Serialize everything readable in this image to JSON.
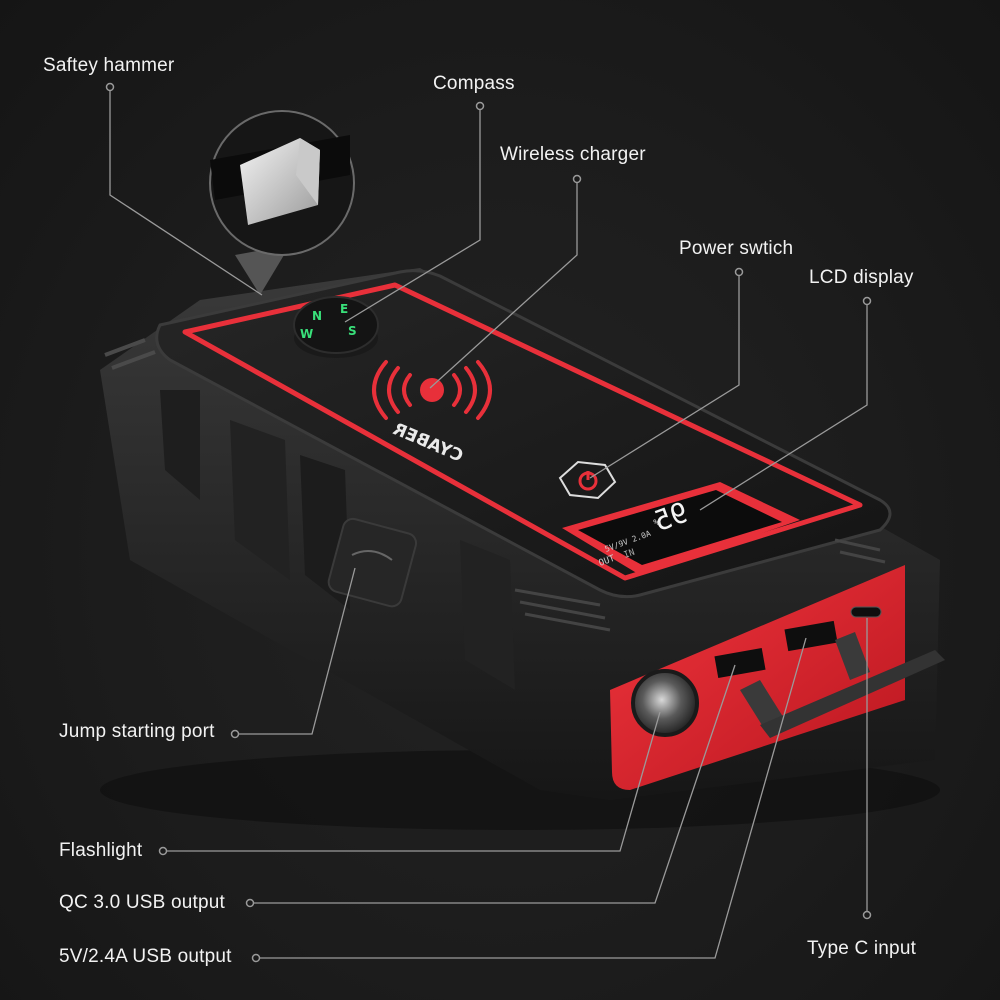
{
  "product": {
    "brand": "CYABER",
    "lcd": {
      "value": "95",
      "unit": "%",
      "line1": "5V/9V 2.0A",
      "in": "IN",
      "out": "OUT"
    },
    "compass_letters": [
      "N",
      "E",
      "S",
      "W"
    ]
  },
  "callouts": [
    {
      "id": "safety-hammer",
      "label": "Saftey hammer"
    },
    {
      "id": "compass",
      "label": "Compass"
    },
    {
      "id": "wireless-charger",
      "label": "Wireless charger"
    },
    {
      "id": "power-switch",
      "label": "Power swtich"
    },
    {
      "id": "lcd-display",
      "label": "LCD display"
    },
    {
      "id": "jump-starting-port",
      "label": "Jump starting port"
    },
    {
      "id": "flashlight",
      "label": "Flashlight"
    },
    {
      "id": "qc-usb-output",
      "label": "QC 3.0 USB output"
    },
    {
      "id": "usb-output-5v",
      "label": "5V/2.4A USB output"
    },
    {
      "id": "type-c-input",
      "label": "Type C input"
    }
  ],
  "colors": {
    "background": "#1b1b1b",
    "accent_red": "#e8303a",
    "body": "#2a2a2a",
    "leader": "#9a9a9a",
    "compass_green": "#39e07a"
  }
}
